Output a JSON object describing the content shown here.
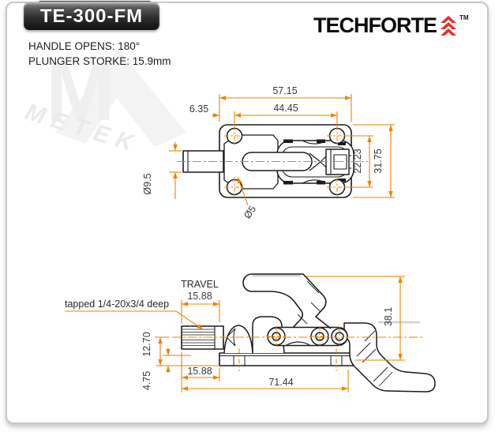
{
  "page": {
    "model_badge": "TE-300-FM",
    "brand": "TECHFORTE",
    "brand_tm": "TM",
    "spec_line1": "HANDLE OPENS: 180°",
    "spec_line2": "PLUNGER STORKE: 15.9mm",
    "watermark_text": "METEK",
    "watermark_initial": "M"
  },
  "colors": {
    "dimension_orange": "#EF8200",
    "drawing_line": "#1B1B1B",
    "brand_red": "#E33128",
    "badge_dark": "#101010"
  },
  "top_view": {
    "dim_overall_width": "57.15",
    "dim_hole_spacing": "44.45",
    "dim_edge_offset": "6.35",
    "dim_hole_spacing_v": "22.23",
    "dim_overall_height": "31.75",
    "dim_plunger_diameter": "Ø9.5",
    "dim_hole_diameter": "Ø5"
  },
  "side_view": {
    "label_travel": "TRAVEL",
    "dim_travel": "15.88",
    "label_tapped": "tapped 1/4-20x3/4 deep",
    "dim_height": "38.1",
    "dim_center_height": "12.70",
    "dim_base_thickness": "4.75",
    "dim_rod_offset": "15.88",
    "dim_overall_length": "71.44"
  }
}
